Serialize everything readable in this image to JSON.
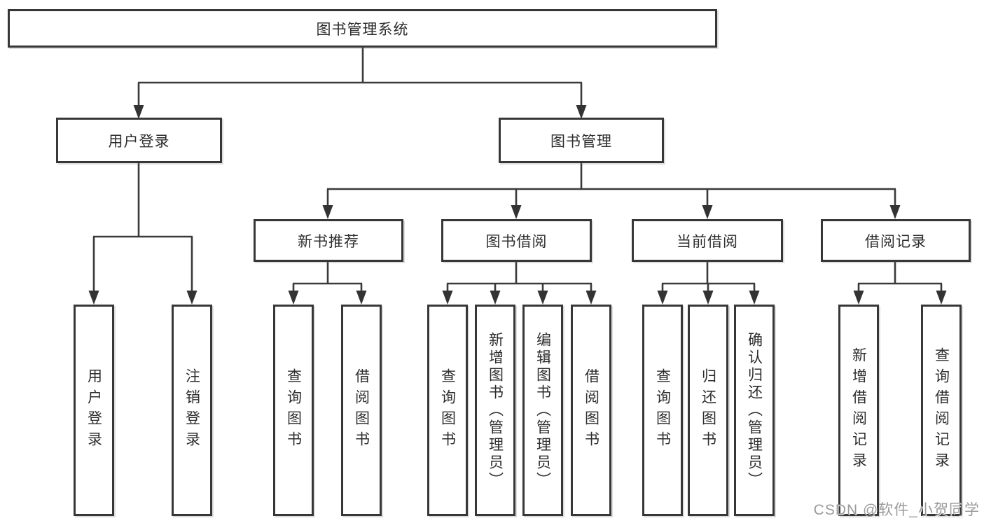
{
  "diagram": {
    "title": "图书管理系统",
    "type": "function-structure-tree",
    "tree": {
      "label": "图书管理系统",
      "children": [
        {
          "label": "用户登录",
          "children": [
            {
              "label": "用户登录"
            },
            {
              "label": "注销登录"
            }
          ]
        },
        {
          "label": "图书管理",
          "children": [
            {
              "label": "新书推荐",
              "children": [
                {
                  "label": "查询图书"
                },
                {
                  "label": "借阅图书"
                }
              ]
            },
            {
              "label": "图书借阅",
              "children": [
                {
                  "label": "查询图书"
                },
                {
                  "label": "新增图书（管理员）"
                },
                {
                  "label": "编辑图书（管理员）"
                },
                {
                  "label": "借阅图书"
                }
              ]
            },
            {
              "label": "当前借阅",
              "children": [
                {
                  "label": "查询图书"
                },
                {
                  "label": "归还图书"
                },
                {
                  "label": "确认归还（管理员）"
                }
              ]
            },
            {
              "label": "借阅记录",
              "children": [
                {
                  "label": "新增借阅记录"
                },
                {
                  "label": "查询借阅记录"
                }
              ]
            }
          ]
        }
      ]
    }
  },
  "watermark": {
    "text": "CSDN @软件_小贺同学",
    "color": "#9b9b9b"
  },
  "colors": {
    "background": "#ffffff",
    "line": "#3a3a3a",
    "box_border": "#373737",
    "text": "#2d2d2d"
  }
}
